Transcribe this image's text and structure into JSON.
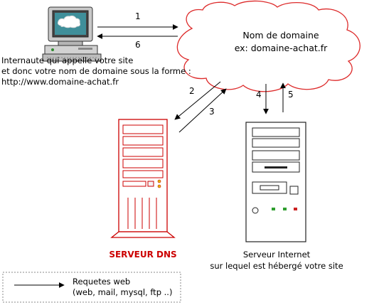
{
  "diagram": {
    "cloud": {
      "line1": "Nom de domaine",
      "line2": "ex: domaine-achat.fr"
    },
    "computer_caption": {
      "line1": "Internaute qui appelle votre site",
      "line2": "et donc votre nom de domaine sous la forme :",
      "line3": "http://www.domaine-achat.fr"
    },
    "arrows": {
      "a1": "1",
      "a6": "6",
      "a2": "2",
      "a3": "3",
      "a4": "4",
      "a5": "5"
    },
    "dns_server_label": "SERVEUR DNS",
    "web_server_caption": {
      "line1": "Serveur Internet",
      "line2": "sur lequel est hébergé votre site"
    },
    "legend": {
      "line1": "Requetes web",
      "line2": "(web, mail, mysql, ftp ..)"
    },
    "colors": {
      "dns_red": "#cc0000",
      "cloud_red": "#dd2a2a",
      "legend_border": "#888888"
    }
  }
}
